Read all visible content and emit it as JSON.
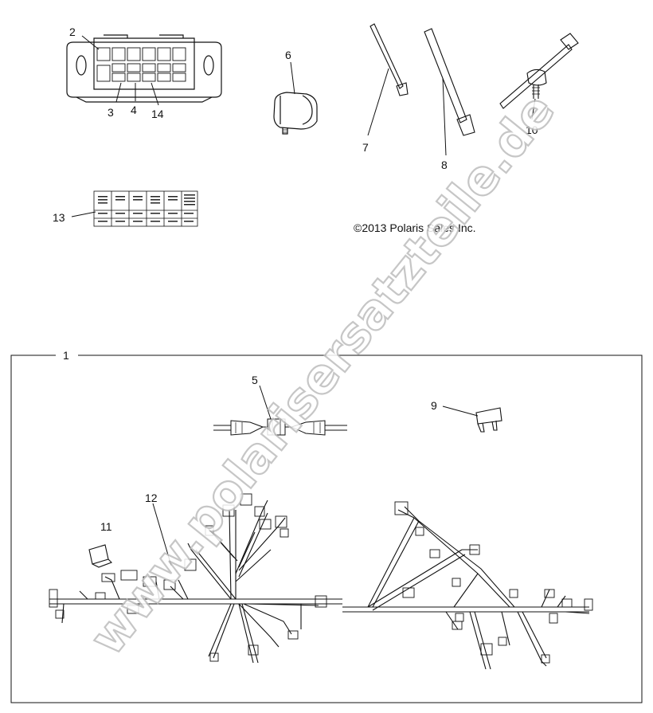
{
  "callouts": {
    "c1": "1",
    "c2": "2",
    "c3": "3",
    "c4": "4",
    "c5": "5",
    "c6": "6",
    "c7": "7",
    "c8": "8",
    "c9": "9",
    "c10": "10",
    "c11": "11",
    "c12": "12",
    "c13": "13",
    "c14": "14"
  },
  "copyright": "©2013 Polaris Sales Inc.",
  "watermark": "www.polarisersatzteile.de",
  "colors": {
    "line": "#111111",
    "background": "#ffffff",
    "watermark_outline": "#bdbdbd"
  },
  "icons": [
    "relay-box",
    "fuse-holder",
    "cable-tie",
    "edge-clip-tie",
    "fuse-jumper",
    "connector-cap",
    "relay-label-decal",
    "wire-harness-front",
    "wire-harness-rear"
  ]
}
